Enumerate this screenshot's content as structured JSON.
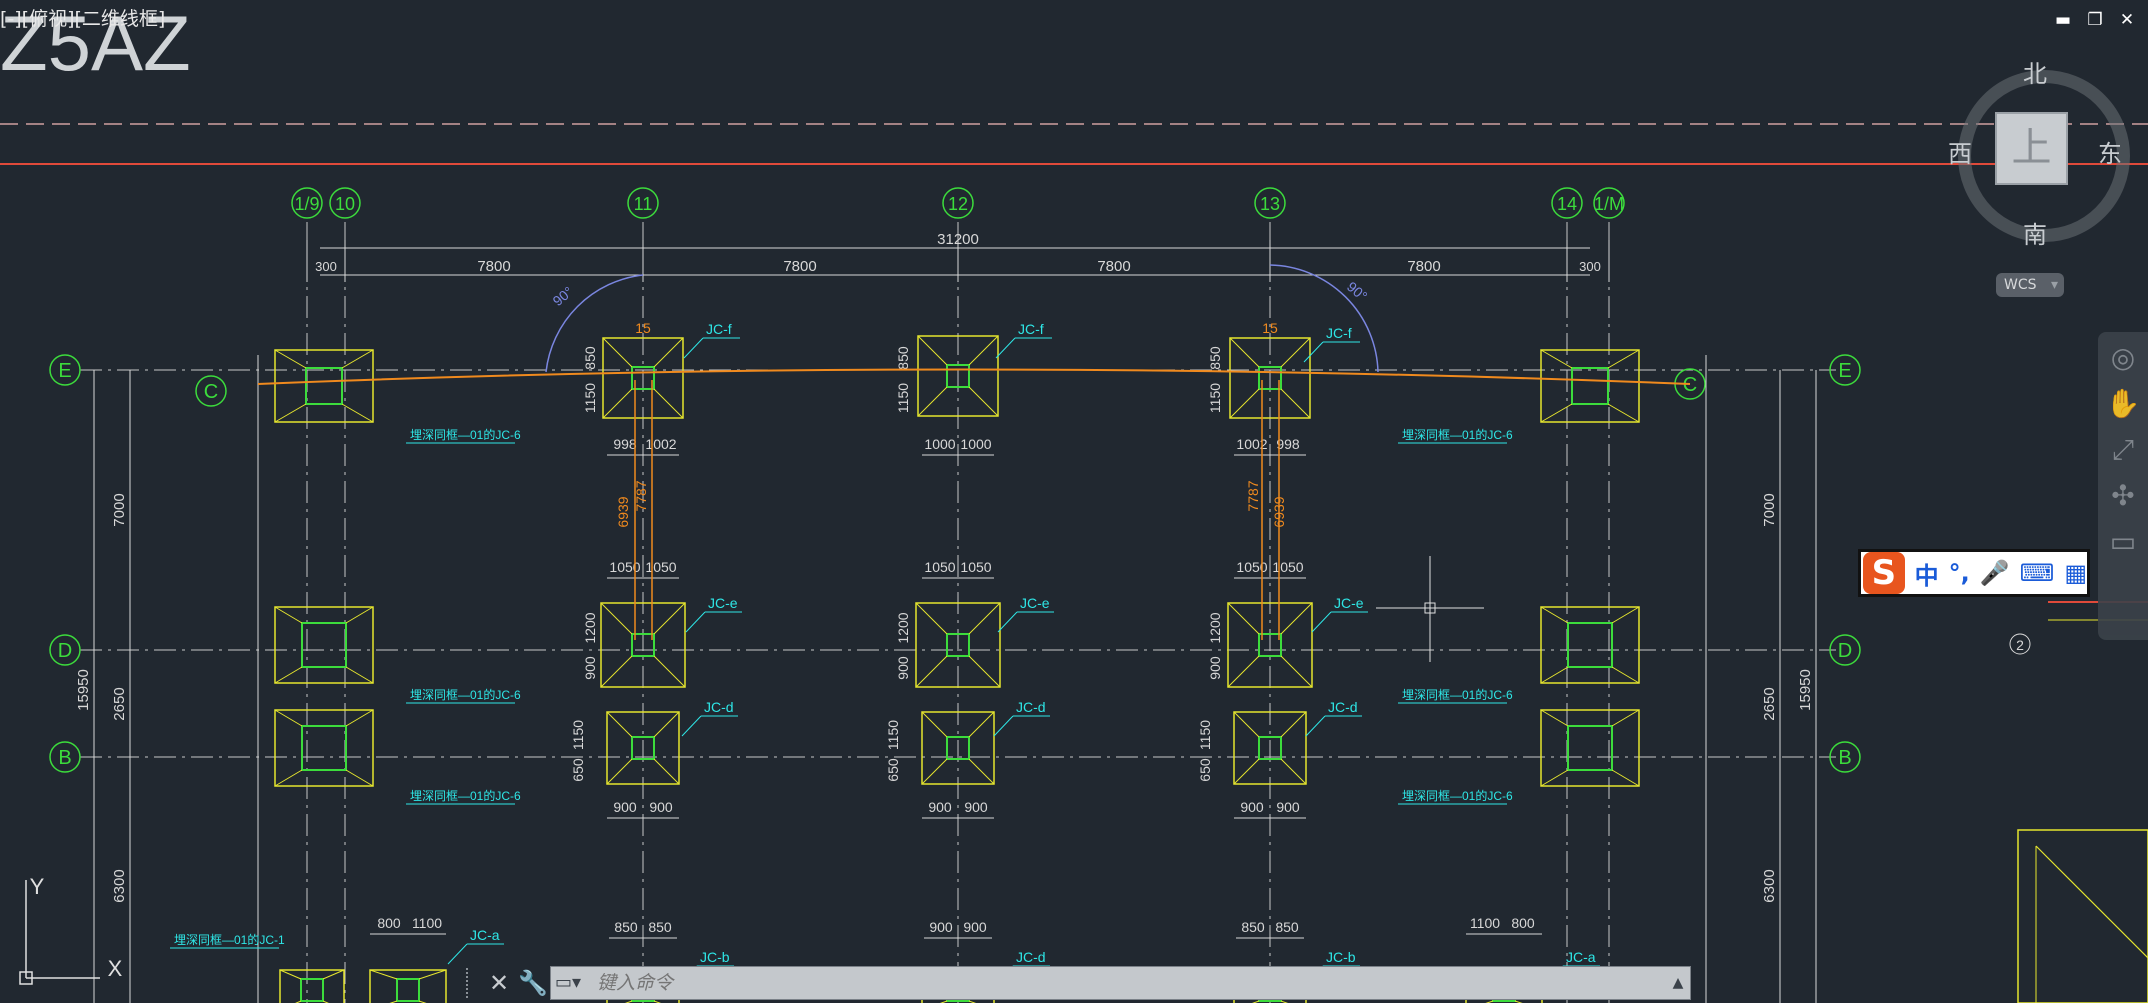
{
  "viewport": {
    "label": "[-][俯视][二维线框]"
  },
  "window_controls": {
    "minimize": "▬",
    "restore": "❐",
    "close": "✕"
  },
  "title_fragment": "Z5AZ",
  "viewcube": {
    "north": "北",
    "south": "南",
    "east": "东",
    "west": "西",
    "face": "上"
  },
  "wcs": {
    "label": "WCS",
    "arrow": "▾"
  },
  "navbar": {
    "icons": [
      "full-navigation-wheel-icon",
      "pan-icon",
      "zoom-icon",
      "orbit-icon",
      "showmotion-icon"
    ]
  },
  "ime": {
    "logo": "S",
    "items": [
      "中",
      "°,",
      "🎤",
      "⌨",
      "▦"
    ]
  },
  "command_line": {
    "close": "✕",
    "customize": "🔧",
    "placeholder": "键入命令",
    "prefix": "▭▾",
    "history": "▲"
  },
  "ucs": {
    "x": "X",
    "y": "Y"
  },
  "drawing": {
    "grid_columns": [
      "1/9",
      "10",
      "11",
      "12",
      "13",
      "14",
      "1/M"
    ],
    "grid_rows": [
      "E",
      "D",
      "B",
      "C"
    ],
    "overall_dim": "31200",
    "bay_dims": [
      "7800",
      "7800",
      "7800",
      "7800"
    ],
    "edge_dims": [
      "300",
      "300"
    ],
    "row_dims": {
      "ed": "7000",
      "db": "2650",
      "total": "15950",
      "bottom": "6300"
    },
    "angle_label": "90°",
    "offset_label": "15",
    "foundation_tags": [
      "JC-f",
      "JC-e",
      "JC-d",
      "JC-b",
      "JC-a"
    ],
    "leader_note": "埋深同框—01的JC-6",
    "leader_note_2": "埋深同框—01的JC-1",
    "member_dims": {
      "f_left": [
        "998",
        "1002"
      ],
      "f_mid": [
        "1000",
        "1000"
      ],
      "f_right": [
        "1002",
        "998"
      ],
      "f_height": [
        "850",
        "1150"
      ],
      "e_width": [
        "1050",
        "1050"
      ],
      "e_height": [
        "1200",
        "900"
      ],
      "d_width": [
        "900",
        "900"
      ],
      "d_height": [
        "1150",
        "650"
      ],
      "b_width": [
        "850",
        "850"
      ],
      "a_width": [
        "800",
        "1100"
      ],
      "a_width_r": [
        "1100",
        "800"
      ],
      "tie_len": [
        "6939",
        "7787"
      ]
    },
    "colors": {
      "bg": "#212830",
      "grid": "#c8c8c8",
      "footing": "#e6e62e",
      "pedestal": "#3cdc3c",
      "dim": "#d8d8d8",
      "tag": "#2ee6e6",
      "beam": "#f08a1e",
      "axis_bubble": "#3cdc3c",
      "angle": "#7a86e0",
      "red_line": "#e04a3a"
    }
  }
}
